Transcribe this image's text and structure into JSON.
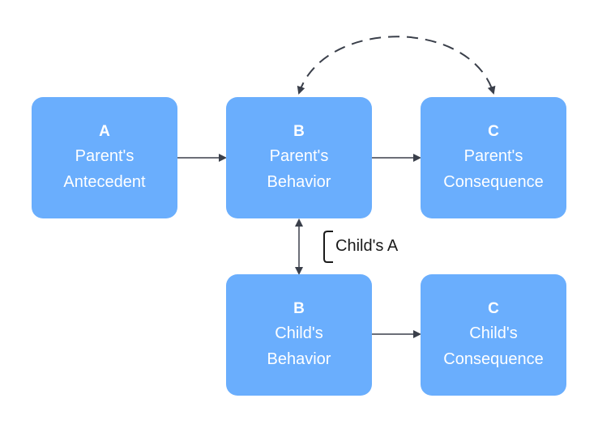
{
  "colors": {
    "node_fill": "#6aaefd",
    "node_text": "#ffffff",
    "connector": "#3a3f4a",
    "label_text": "#1a1a1a"
  },
  "nodes": {
    "parent_a": {
      "letter": "A",
      "line1": "Parent's",
      "line2": "Antecedent"
    },
    "parent_b": {
      "letter": "B",
      "line1": "Parent's",
      "line2": "Behavior"
    },
    "parent_c": {
      "letter": "C",
      "line1": "Parent's",
      "line2": "Consequence"
    },
    "child_b": {
      "letter": "B",
      "line1": "Child's",
      "line2": "Behavior"
    },
    "child_c": {
      "letter": "C",
      "line1": "Child's",
      "line2": "Consequence"
    }
  },
  "bracket_label": "Child's A"
}
